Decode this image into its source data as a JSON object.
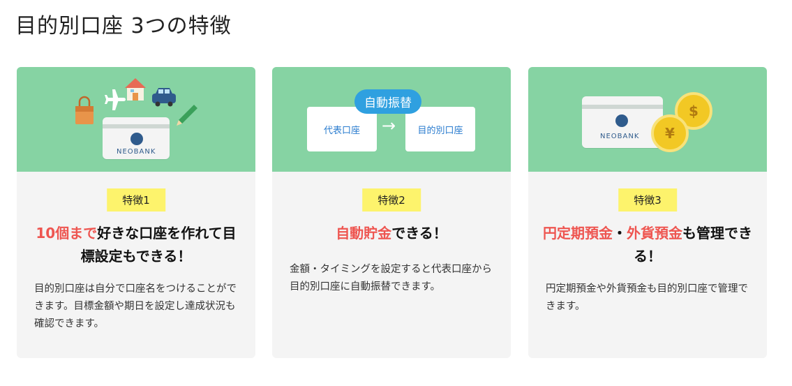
{
  "page": {
    "title": "目的別口座 3つの特徴"
  },
  "cards": [
    {
      "badge": "特徴1",
      "heading_highlight": "10個まで",
      "heading_rest": "好きな口座を作れて目標設定もできる！",
      "body": "目的別口座は自分で口座名をつけることができます。目標金額や期日を設定し達成状況も確認できます。",
      "illustration": {
        "bank_card_text": "NEOBANK",
        "icons": [
          "shopping-bag-icon",
          "airplane-icon",
          "house-icon",
          "car-icon",
          "pencil-icon"
        ]
      }
    },
    {
      "badge": "特徴2",
      "heading_highlight": "自動貯金",
      "heading_rest": "できる！",
      "body": "金額・タイミングを設定すると代表口座から目的別口座に自動振替できます。",
      "illustration": {
        "pill": "自動振替",
        "from_box": "代表口座",
        "arrow": "→",
        "to_box": "目的別口座"
      }
    },
    {
      "badge": "特徴3",
      "heading_highlight_1": "円定期預金",
      "heading_sep": "・",
      "heading_highlight_2": "外貨預金",
      "heading_rest": "も管理できる！",
      "body": "円定期預金や外貨預金も目的別口座で管理できます。",
      "illustration": {
        "bank_card_text": "NEOBANK",
        "coin_dollar": "$",
        "coin_yen": "¥"
      }
    }
  ],
  "colors": {
    "illustration_bg": "#86d3a3",
    "badge_bg": "#fdf36c",
    "highlight": "#ee5550",
    "card_bg": "#f4f4f4",
    "pill_bg": "#2fa0e0"
  }
}
